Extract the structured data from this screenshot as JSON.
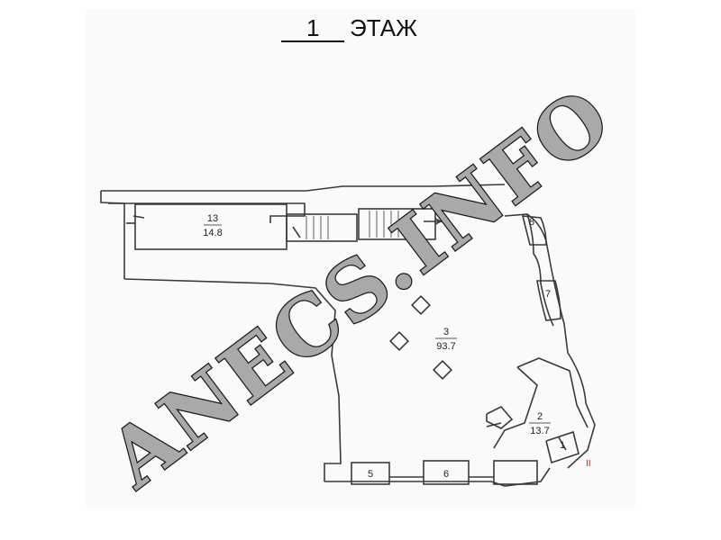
{
  "floor": {
    "number": "1",
    "label": "ЭТАЖ"
  },
  "rooms": [
    {
      "id": "13",
      "area": "14.8"
    },
    {
      "id": "8",
      "area": ""
    },
    {
      "id": "7",
      "area": ""
    },
    {
      "id": "3",
      "area": "93.7"
    },
    {
      "id": "2",
      "area": "13.7"
    },
    {
      "id": "1",
      "area": ""
    },
    {
      "id": "5",
      "area": ""
    },
    {
      "id": "6",
      "area": ""
    }
  ],
  "marker": "II",
  "watermark": "ANECS.INFO",
  "colors": {
    "wall": "#3a3a3a",
    "watermark_fill": "#a9a9a9",
    "watermark_outline": "#1a1a1a",
    "marker": "#d62020"
  }
}
